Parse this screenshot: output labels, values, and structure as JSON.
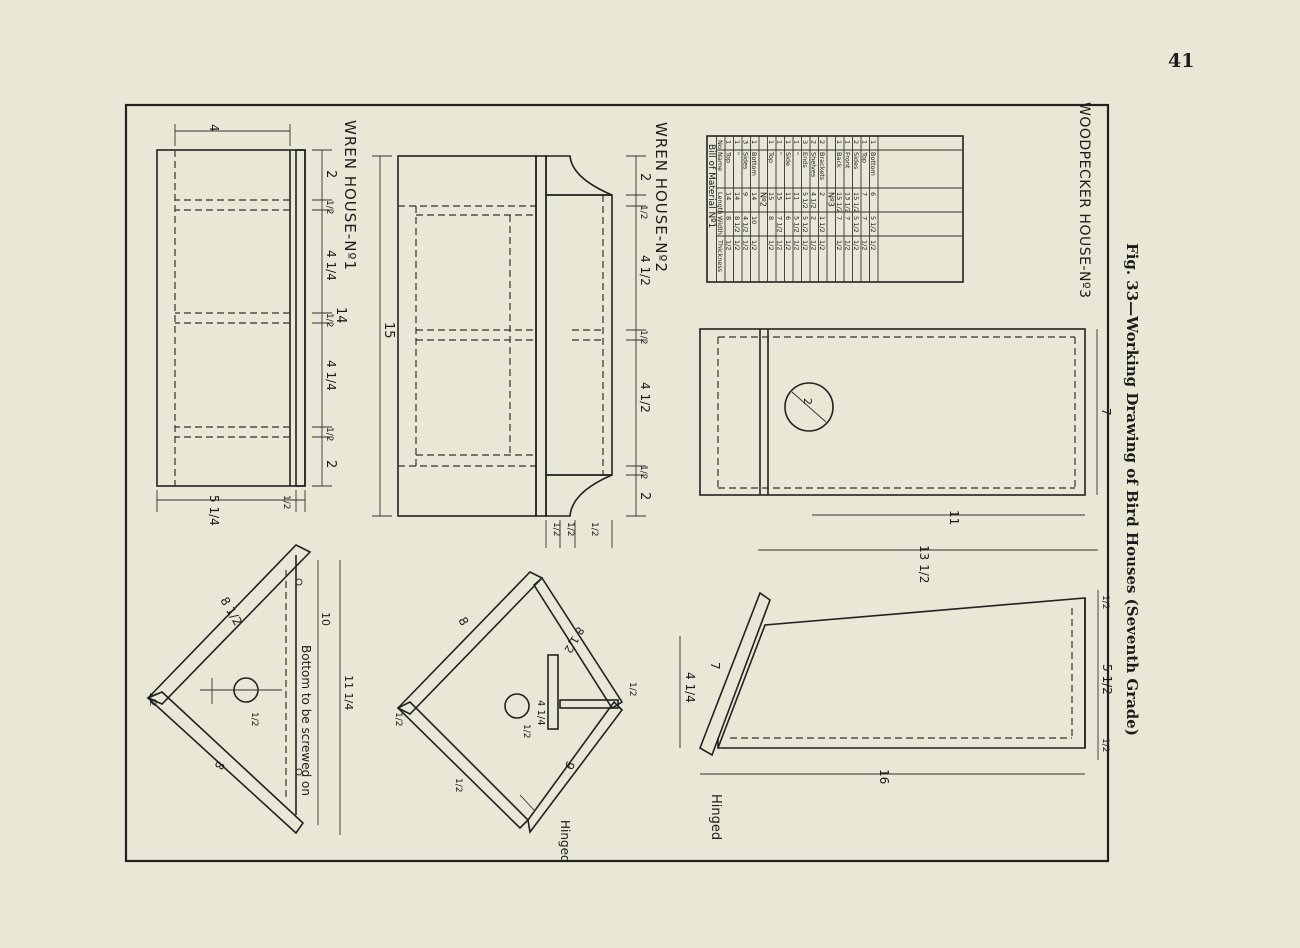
{
  "page_number": "41",
  "caption": "Fig. 33—Working Drawing of Bird Houses (Seventh Grade)",
  "titles": {
    "wren1": "WREN HOUSE-Nº1",
    "wren2": "WREN HOUSE-Nº2",
    "woodpecker": "WOODPECKER HOUSE-Nº3"
  },
  "notes": {
    "bottom_screwed": "Bottom to be screwed on",
    "hinged": "Hinged"
  },
  "dims": {
    "w1": {
      "d2a": "2",
      "d1a": "1/2",
      "d4a": "4 1/4",
      "d1b": "1/2",
      "d14": "14",
      "d4b": "4 1/4",
      "d1c": "1/2",
      "d2b": "2",
      "d4top": "4",
      "d5": "5 1/4",
      "d12": "1/2"
    },
    "w2": {
      "d15": "15",
      "d2a": "2",
      "d1a": "1/2",
      "d4a": "4 1/2",
      "d1b": "1/2",
      "d4b": "4 1/2",
      "d1c": "1/2",
      "d2b": "2",
      "b1": "1/2",
      "b2": "1/2",
      "b3": "1/2"
    },
    "wp": {
      "d2": "2",
      "d7": "7",
      "d11": "11",
      "d13": "13 1/2",
      "d12a": "1/2",
      "d5": "5 1/2",
      "d12b": "1/2",
      "d16": "16",
      "d4": "4 1/4",
      "d7r": "7"
    },
    "e1": {
      "d8a": "8 1/2",
      "d8b": "8",
      "d10": "10",
      "d11": "11 1/4",
      "dh": "1/2",
      "dc": "1/2"
    },
    "e2": {
      "d8": "8",
      "d8r": "8 1/2",
      "d4": "4 1/4",
      "d9": "9",
      "dh": "1/2",
      "dc1": "1/2",
      "dc2": "1/2",
      "dl": "1/2"
    }
  },
  "bill": {
    "title": "Bill of Material Nº1",
    "headers": [
      "No.",
      "Name",
      "Length",
      "Width",
      "Thickness"
    ],
    "sections": [
      {
        "label": "",
        "rows": [
          [
            "1",
            "Top",
            "14",
            "8",
            "1/2"
          ],
          [
            "1",
            "\"",
            "14",
            "8 1/2",
            "1/2"
          ],
          [
            "3",
            "Sides",
            "9",
            "4 1/2",
            "1/2"
          ],
          [
            "1",
            "Bottom",
            "14",
            "10",
            "1/2"
          ]
        ]
      },
      {
        "label": "Nº2",
        "rows": [
          [
            "1",
            "Top",
            "15",
            "8",
            "1/2"
          ],
          [
            "1",
            "\"",
            "15",
            "7 1/2",
            "1/2"
          ],
          [
            "1",
            "Side",
            "11",
            "6",
            "1/2"
          ],
          [
            "1",
            "\"",
            "11",
            "5 1/2",
            "1/2"
          ],
          [
            "3",
            "Ends",
            "5 1/2",
            "5 1/2",
            "1/2"
          ],
          [
            "2",
            "Shelves",
            "4 1/2",
            "2",
            "1/2"
          ],
          [
            "2",
            "Brackets",
            "2",
            "1 1/2",
            "1/2"
          ]
        ]
      },
      {
        "label": "Nº3",
        "rows": [
          [
            "1",
            "Back",
            "15 1/2",
            "7",
            "1/2"
          ],
          [
            "1",
            "Front",
            "13 1/2",
            "7",
            "1/2"
          ],
          [
            "2",
            "Sides",
            "15 1/2",
            "5 1/2",
            "1/2"
          ],
          [
            "1",
            "Top",
            "7",
            "7",
            "1/2"
          ],
          [
            "1",
            "Bottom",
            "6",
            "5 1/2",
            "1/2"
          ]
        ]
      }
    ]
  }
}
